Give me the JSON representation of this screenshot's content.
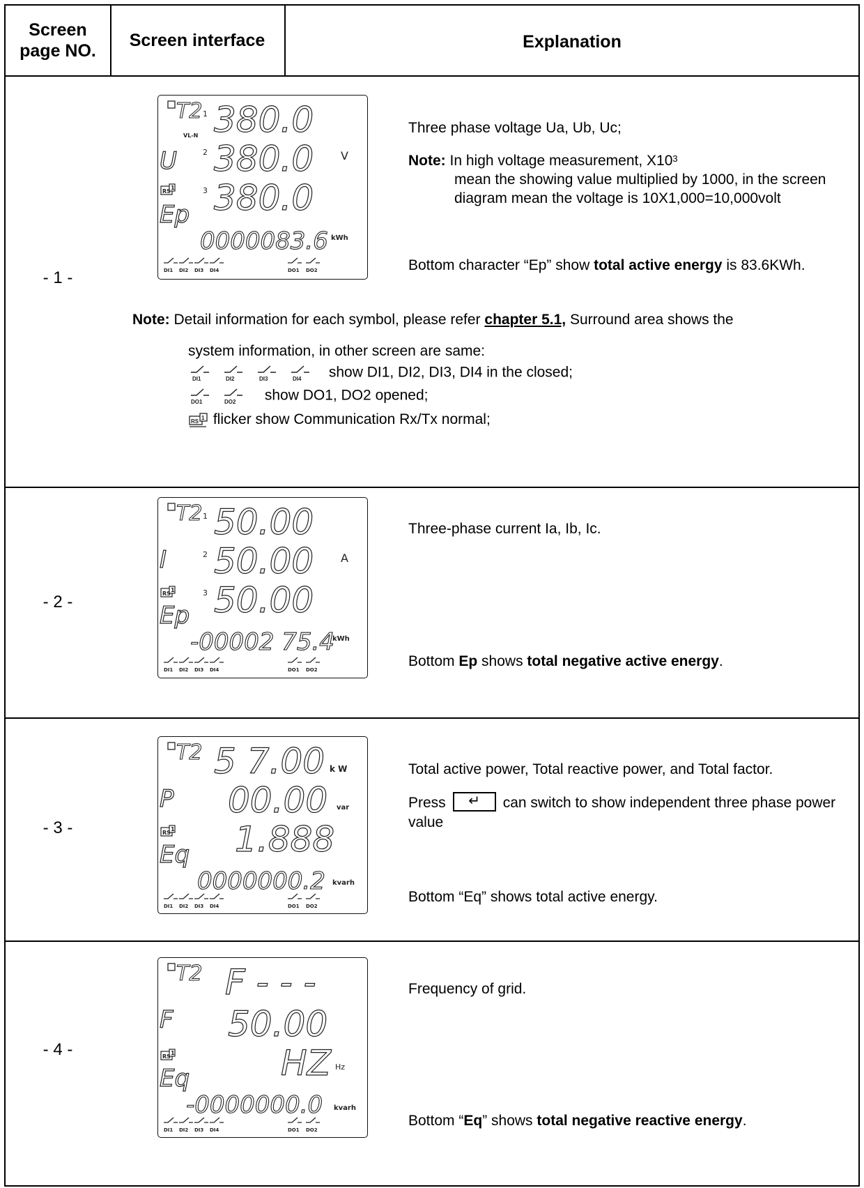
{
  "header": {
    "col1_line1": "Screen",
    "col1_line2": "page NO.",
    "col2": "Screen interface",
    "col3": "Explanation"
  },
  "rows": [
    {
      "page_no": "- 1 -",
      "lcd": {
        "quantity_char": "U",
        "mode": "VL-N",
        "line1": "380.0",
        "line2": "380.0",
        "line3": "380.0",
        "unit": "V",
        "energy_char": "Ep",
        "energy_value": "0000083.6",
        "energy_unit": "kWh"
      },
      "explanation": {
        "line1": "Three phase voltage Ua, Ub, Uc;",
        "note_label": "Note:",
        "note_text_part1": "In high voltage measurement, X10",
        "note_sup": "3",
        "note_text_part2": "mean the showing value multiplied by 1000, in the screen diagram mean the voltage is 10X1,000=10,000volt",
        "bottom_prefix": "Bottom character “Ep” show ",
        "bottom_bold": "total active energy",
        "bottom_suffix": " is 83.6KWh."
      },
      "note": {
        "label": "Note:",
        "text_before_link": "Detail information for each symbol, please refer ",
        "link": "chapter 5.1,",
        "text_after_link": " Surround area shows the",
        "line2": "system information, in other screen are same:",
        "di_text": "show DI1, DI2, DI3, DI4 in the closed;",
        "do_text": "show DO1, DO2 opened;",
        "rs_text": "flicker show Communication Rx/Tx normal;"
      }
    },
    {
      "page_no": "- 2 -",
      "lcd": {
        "quantity_char": "I",
        "line1": "50.00",
        "line2": "50.00",
        "line3": "50.00",
        "unit": "A",
        "energy_char": "Ep",
        "energy_value": "-00002 75.4",
        "energy_unit": "kWh"
      },
      "explanation": {
        "line1": "Three-phase current Ia, Ib, Ic.",
        "bottom_prefix": "Bottom ",
        "bottom_bold1": "Ep",
        "bottom_mid": " shows ",
        "bottom_bold2": "total negative active energy",
        "bottom_suffix": "."
      }
    },
    {
      "page_no": "- 3 -",
      "lcd": {
        "quantity_char": "P",
        "line1": "5 7.00",
        "line1_unit": "k W",
        "line2": "00.00",
        "line2_unit": "var",
        "line3": "1.888",
        "energy_char": "Eq",
        "energy_value": "0000000.2",
        "energy_unit": "kvarh"
      },
      "explanation": {
        "line1": "Total active power, Total reactive power, and Total factor.",
        "press_before": "Press",
        "key_symbol": "↵",
        "press_after": "can switch to show independent three phase power value",
        "bottom": "Bottom “Eq” shows total active energy."
      }
    },
    {
      "page_no": "- 4 -",
      "lcd": {
        "quantity_char": "F",
        "line1": "F - - -",
        "line2": "50.00",
        "line3": "HZ",
        "unit": "Hz",
        "energy_char": "Eq",
        "energy_value": "-0000000.0",
        "energy_unit": "kvarh"
      },
      "explanation": {
        "line1": "Frequency of grid.",
        "bottom_prefix": "Bottom “",
        "bottom_bold1": "Eq",
        "bottom_mid": "” shows ",
        "bottom_bold2": "total negative reactive energy",
        "bottom_suffix": "."
      }
    }
  ],
  "lcd_common": {
    "tariff": "T2",
    "row_nums": [
      "1",
      "2",
      "3"
    ],
    "rs": "RS",
    "rs_num": "1",
    "di_labels": [
      "DI1",
      "DI2",
      "DI3",
      "DI4"
    ],
    "do_labels": [
      "DO1",
      "DO2"
    ]
  }
}
